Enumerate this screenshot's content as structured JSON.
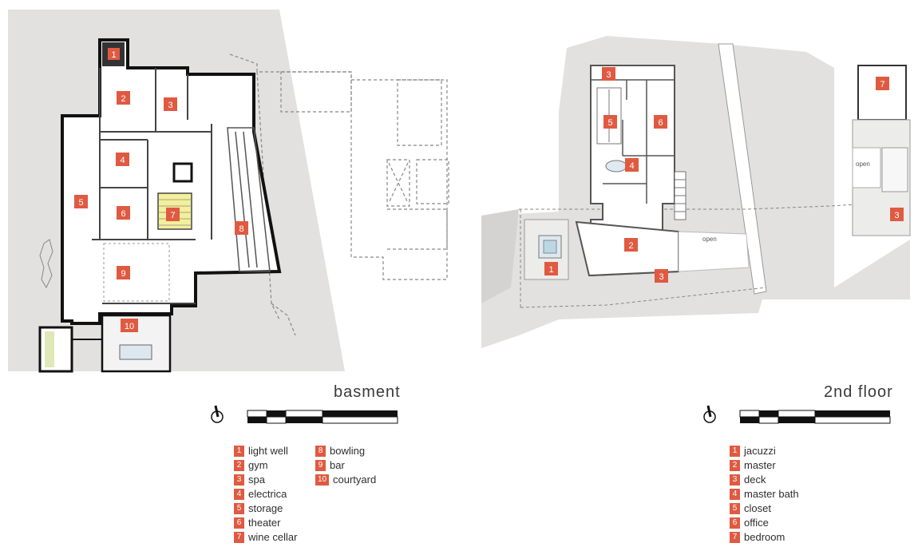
{
  "basement": {
    "title": "basment",
    "markers": [
      "1",
      "2",
      "3",
      "4",
      "5",
      "6",
      "7",
      "8",
      "9",
      "10"
    ],
    "legend": [
      {
        "num": "1",
        "label": "light well"
      },
      {
        "num": "2",
        "label": "gym"
      },
      {
        "num": "3",
        "label": "spa"
      },
      {
        "num": "4",
        "label": "electrica"
      },
      {
        "num": "5",
        "label": "storage"
      },
      {
        "num": "6",
        "label": "theater"
      },
      {
        "num": "7",
        "label": "wine cellar"
      },
      {
        "num": "8",
        "label": "bowling"
      },
      {
        "num": "9",
        "label": "bar"
      },
      {
        "num": "10",
        "label": "courtyard"
      }
    ]
  },
  "second_floor": {
    "title": "2nd floor",
    "open_label": "open",
    "markers": [
      "1",
      "2",
      "3",
      "3",
      "3",
      "4",
      "5",
      "6",
      "7"
    ],
    "legend": [
      {
        "num": "1",
        "label": "jacuzzi"
      },
      {
        "num": "2",
        "label": "master"
      },
      {
        "num": "3",
        "label": "deck"
      },
      {
        "num": "4",
        "label": "master bath"
      },
      {
        "num": "5",
        "label": "closet"
      },
      {
        "num": "6",
        "label": "office"
      },
      {
        "num": "7",
        "label": "bedroom"
      }
    ]
  },
  "colors": {
    "marker": "#e05a41",
    "site": "#e2e1df",
    "wall": "#111111",
    "stair": "#f4ef9c"
  },
  "icons": [
    "north-arrow-icon",
    "scale-bar-icon"
  ]
}
